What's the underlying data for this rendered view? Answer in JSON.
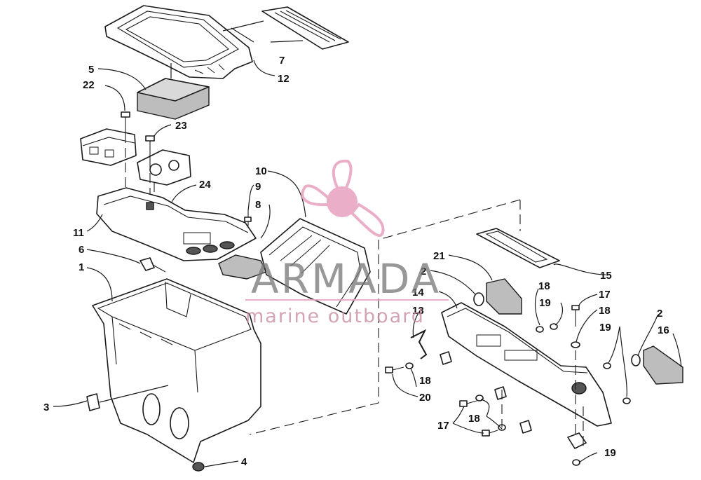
{
  "watermark": {
    "brand": "ARMADA",
    "tagline": "marine outboard",
    "logo_icon": "propeller-logo-icon",
    "logo_color": "#e8a6c4",
    "text_color": "#7a7a7a"
  },
  "callouts": [
    "1",
    "2",
    "2",
    "3",
    "4",
    "5",
    "6",
    "7",
    "8",
    "9",
    "10",
    "11",
    "12",
    "13",
    "14",
    "15",
    "16",
    "17",
    "17",
    "18",
    "18",
    "18",
    "18",
    "19",
    "19",
    "19",
    "20",
    "21",
    "22",
    "23",
    "24"
  ]
}
